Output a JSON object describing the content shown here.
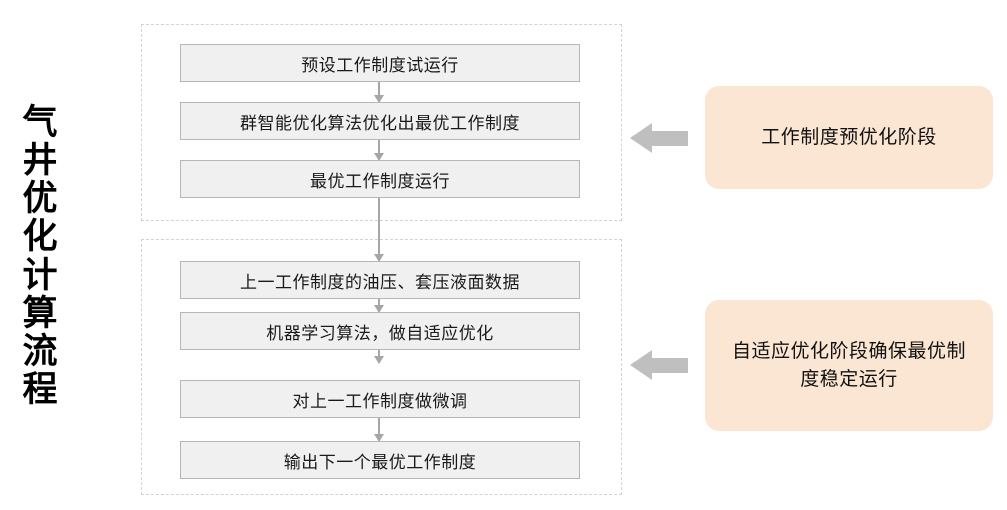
{
  "diagram": {
    "title": "气井优化计算流程",
    "colors": {
      "box_fill": "#f0f0f0",
      "box_border": "#b6b6b6",
      "group_border": "#d3d3d3",
      "connector": "#a6a6a6",
      "panel_fill": "#fbe6d4",
      "block_arrow": "#bfbfbf",
      "text": "#111111"
    },
    "groups": [
      {
        "id": "pre-optimization",
        "steps": [
          {
            "label": "预设工作制度试运行"
          },
          {
            "label": "群智能优化算法优化出最优工作制度"
          },
          {
            "label": "最优工作制度运行"
          }
        ],
        "annotation": "工作制度预优化阶段",
        "annotation_icon": "left-block-arrow-icon"
      },
      {
        "id": "adaptive-optimization",
        "steps": [
          {
            "label": "上一工作制度的油压、套压液面数据"
          },
          {
            "label": "机器学习算法，做自适应优化"
          },
          {
            "label": "对上一工作制度做微调"
          },
          {
            "label": "输出下一个最优工作制度"
          }
        ],
        "annotation": "自适应优化阶段确保最优制度稳定运行",
        "annotation_icon": "left-block-arrow-icon"
      }
    ]
  }
}
